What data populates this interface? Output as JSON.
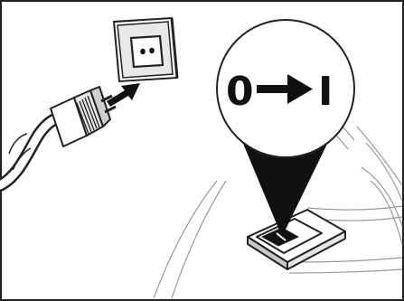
{
  "diagram": {
    "switch_callout": {
      "text": "0 ➞ I",
      "off_symbol": "0",
      "on_symbol": "I",
      "arrow_icon": "arrow-right-icon"
    },
    "icons": [
      "power-plug-icon",
      "insert-arrow-icon",
      "wall-socket-icon",
      "power-switch-icon",
      "callout-pointer-icon"
    ],
    "colors": {
      "line": "#222222",
      "fill_dark": "#111111",
      "background": "#ffffff",
      "shade": "#c8c8c8"
    }
  }
}
